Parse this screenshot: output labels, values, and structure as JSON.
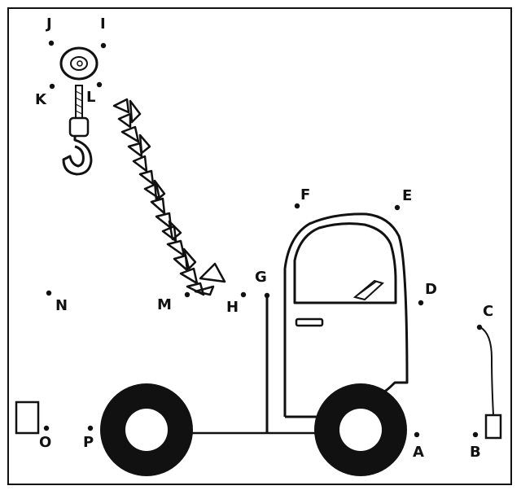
{
  "points": [
    {
      "letter": "A"
    },
    {
      "letter": "B"
    },
    {
      "letter": "C"
    },
    {
      "letter": "D"
    },
    {
      "letter": "E"
    },
    {
      "letter": "F"
    },
    {
      "letter": "G"
    },
    {
      "letter": "H"
    },
    {
      "letter": "I"
    },
    {
      "letter": "J"
    },
    {
      "letter": "K"
    },
    {
      "letter": "L"
    },
    {
      "letter": "M"
    },
    {
      "letter": "N"
    },
    {
      "letter": "O"
    },
    {
      "letter": "P"
    }
  ],
  "colors": {
    "ink": "#111111",
    "paper": "#ffffff"
  }
}
